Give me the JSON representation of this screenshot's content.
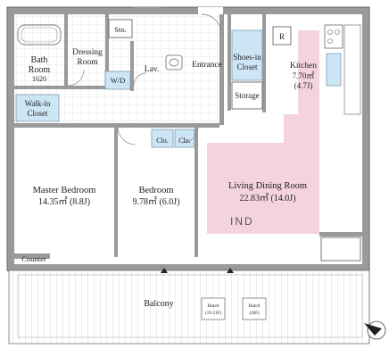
{
  "rooms": {
    "bath": {
      "line1": "Bath",
      "line2": "Room",
      "size": "1620"
    },
    "dressing": {
      "line1": "Dressing",
      "line2": "Room"
    },
    "storage_small": "Sto.",
    "washer": "W/D",
    "lavatory": "Lav.",
    "entrance": "Entrance",
    "shoes_closet": {
      "line1": "Shoes-in",
      "line2": "Closet"
    },
    "storage": "Storage",
    "refrigerator": "R",
    "kitchen": {
      "name": "Kitchen",
      "area": "7.70㎡",
      "jo": "(4.7J)"
    },
    "walkin_closet": {
      "line1": "Walk-in",
      "line2": "Closet"
    },
    "master_bedroom": {
      "name": "Master Bedroom",
      "area": "14.35㎡ (8.8J)"
    },
    "bedroom": {
      "name": "Bedroom",
      "area": "9.78㎡ (6.0J)"
    },
    "closet_a": "Clo.",
    "closet_b": "Clo.",
    "living_dining": {
      "name": "Living Dining Room",
      "area": "22.83㎡ (14.0J)"
    },
    "counter": "Counter",
    "balcony": "Balcony",
    "hatch_a": {
      "line1": "Hatch",
      "line2": "(19-21F)"
    },
    "hatch_b": {
      "line1": "Hatch",
      "line2": "(20F)"
    }
  },
  "watermark": "IND",
  "colors": {
    "wall": "#9a9a9a",
    "wall_outline": "#555555",
    "living_pink": "#f4d3de",
    "closet_blue": "#cde6f5",
    "floor_grid": "#d8d8d8",
    "balcony_line": "#b5b5b5"
  }
}
